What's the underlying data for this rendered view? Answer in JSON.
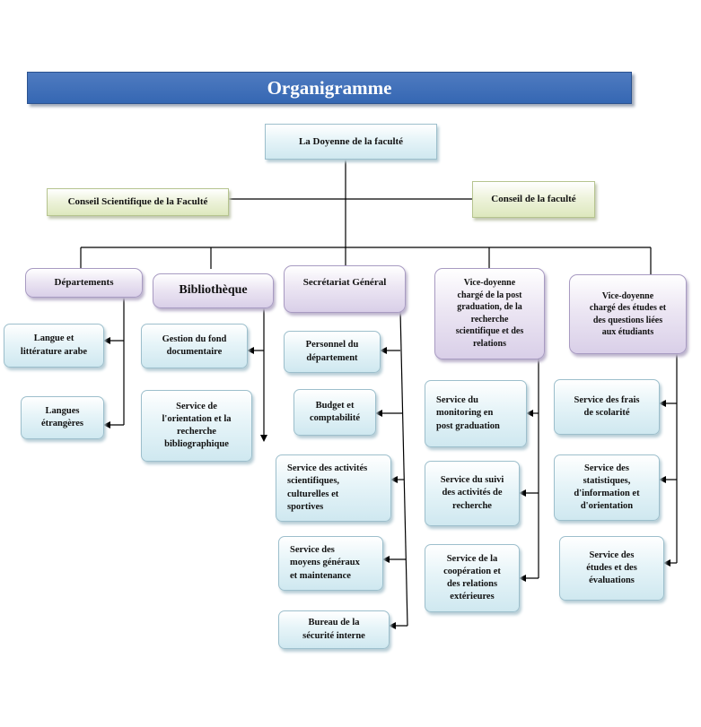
{
  "title": "Organigramme",
  "nodes": {
    "doyenne": "La Doyenne de la faculté",
    "conseil_scientifique": "Conseil Scientifique de la Faculté",
    "conseil_faculte": "Conseil de la faculté",
    "departements": "Départements",
    "bibliotheque": "Bibliothèque",
    "secretariat": "Secrétariat Général",
    "vd_post_graduation": "Vice-doyenne\nchargé de la post\ngraduation, de la\nrecherche\nscientifique et des\nrelations",
    "vd_etudes": "Vice-doyenne\nchargé des études et\ndes questions liées\naux étudiants",
    "langue_arabe": "Langue et\nlittérature arabe",
    "langues_etrangeres": "Langues\nétrangères",
    "gestion_fond": "Gestion du fond\ndocumentaire",
    "service_orientation": "Service de\nl'orientation et la\nrecherche\nbibliographique",
    "personnel": "Personnel du\ndépartement",
    "budget": "Budget et\ncomptabilité",
    "activites": "Service des activités\nscientifiques,\nculturelles et\nsportives",
    "moyens": "Service des\nmoyens généraux\net maintenance",
    "securite": "Bureau de la\nsécurité interne",
    "monitoring": "Service du\nmonitoring en\npost graduation",
    "suivi": "Service du suivi\ndes activités de\nrecherche",
    "cooperation": "Service de la\ncoopération et\ndes relations\nextérieures",
    "frais": "Service des frais\nde scolarité",
    "statistiques": "Service des\nstatistiques,\nd'information et\nd'orientation",
    "evaluations": "Service des\nétudes et des\névaluations"
  }
}
